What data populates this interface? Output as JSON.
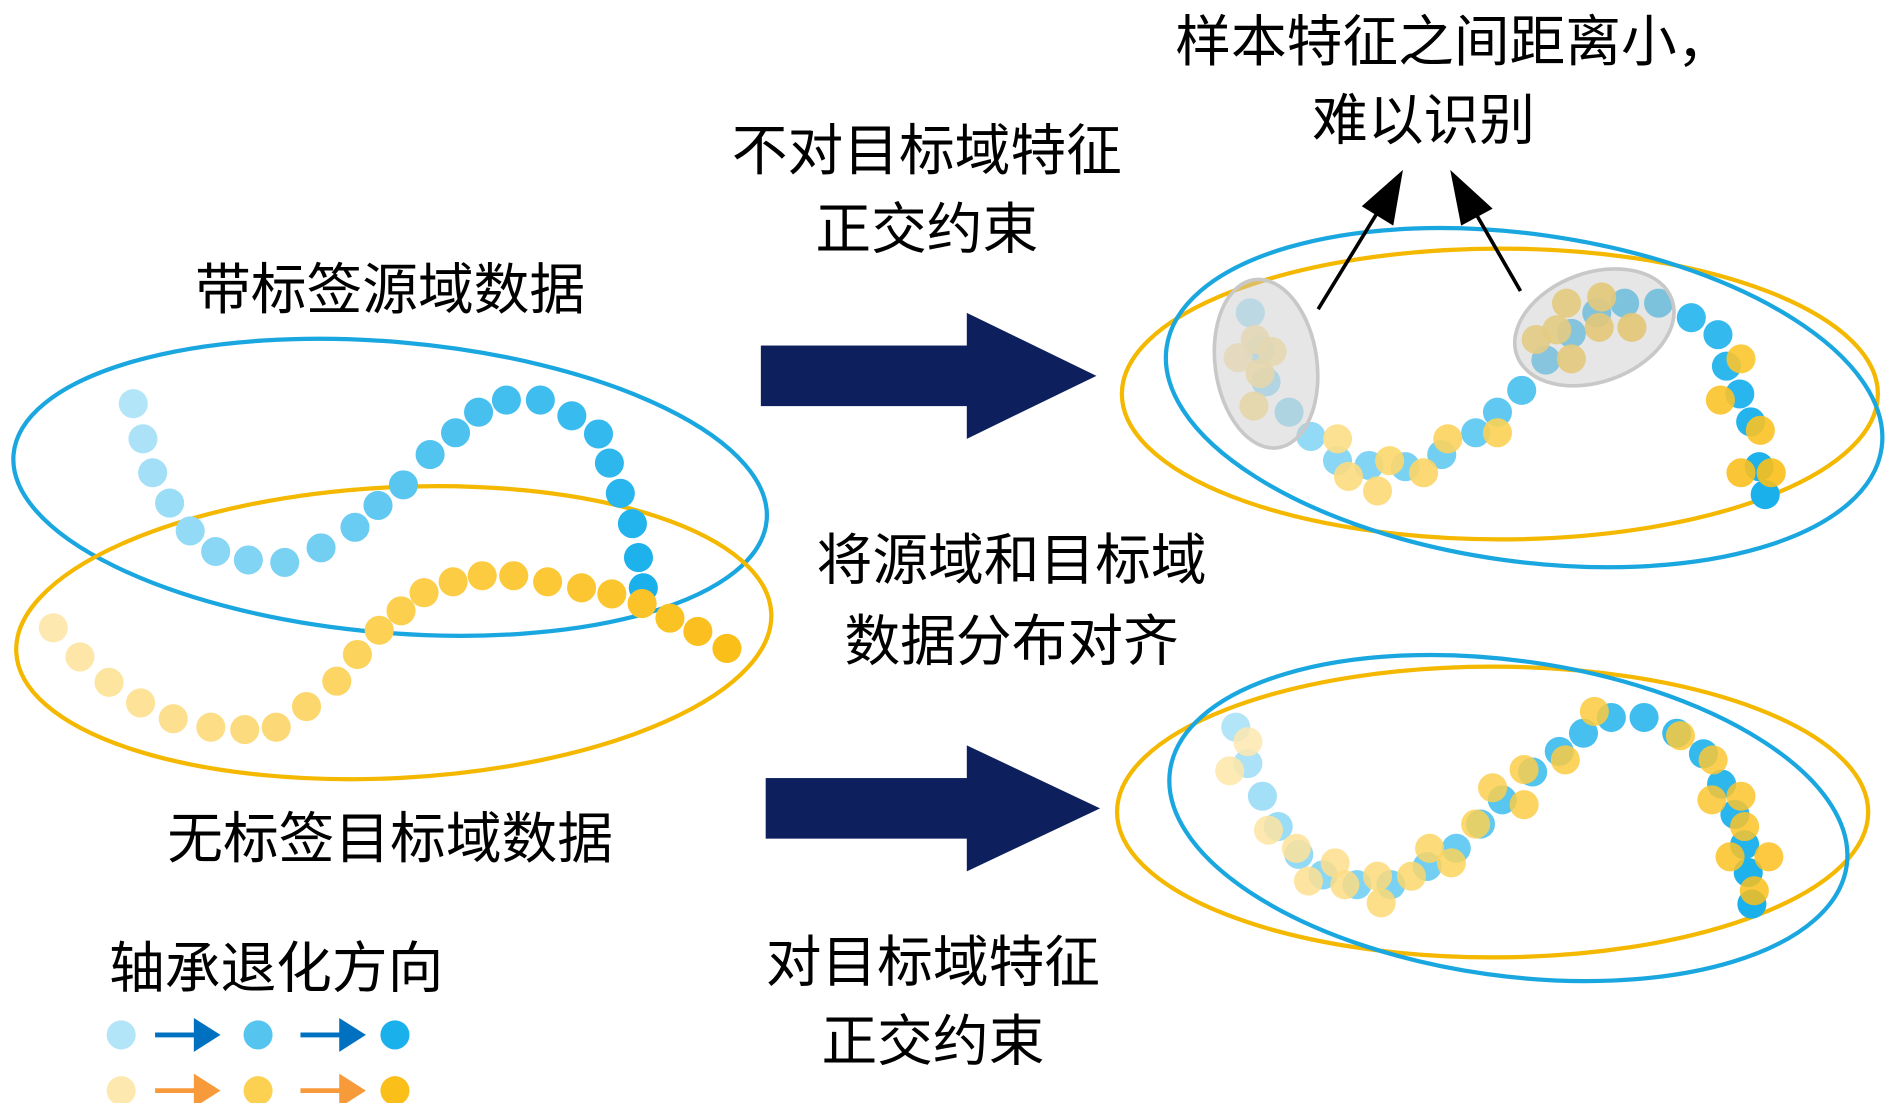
{
  "labels": {
    "source_data": "带标签源域数据",
    "target_data": "无标签目标域数据",
    "align": [
      "将源域和目标域",
      "数据分布对齐"
    ],
    "no_orth": [
      "不对目标域特征",
      "正交约束"
    ],
    "orth": [
      "对目标域特征",
      "正交约束"
    ],
    "problem": [
      "样本特征之间距离小，",
      "难以识别"
    ],
    "legend_title": "轴承退化方向"
  },
  "colors": {
    "source_ellipse": "#1aa7e0",
    "target_ellipse": "#f5b800",
    "big_arrow": "#0d1f5c",
    "blue_shades": [
      "#b3e5f8",
      "#55c5f0",
      "#19b0ec"
    ],
    "yellow_shades": [
      "#fde8b0",
      "#fcd050",
      "#fbbf1a"
    ],
    "legend_arrow_blue": "#0070c0",
    "legend_arrow_orange": "#f79a3a"
  }
}
